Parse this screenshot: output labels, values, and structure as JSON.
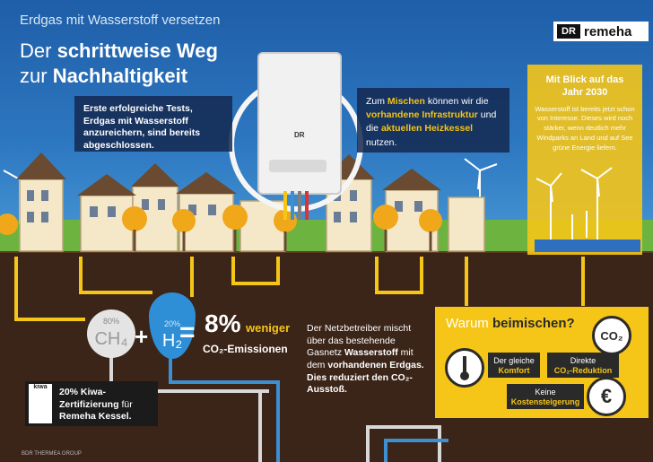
{
  "header": {
    "subtitle": "Erdgas mit Wasserstoff versetzen",
    "title_line1_prefix": "Der",
    "title_line1_bold": "schrittweise Weg",
    "title_line2_prefix": "zur",
    "title_line2_bold": "Nachhaltigkeit"
  },
  "brand": {
    "logo_mark": "DR",
    "logo_text": "remeha",
    "boiler_mark": "DR"
  },
  "note_tests": "Erste erfolgreiche Tests, Erdgas mit Wasserstoff anzureichern, sind bereits abgeschlossen.",
  "note_mix": {
    "p1": "Zum",
    "h1": "Mischen",
    "p2": "können wir die",
    "h2": "vorhandene Infrastruktur",
    "p3": "und die",
    "h3": "aktuellen Heizkessel",
    "p4": "nutzen."
  },
  "future": {
    "title": "Mit Blick auf das Jahr 2030",
    "text": "Wasserstoff ist bereits jetzt schon von Interesse. Dieses wird noch stärker, wenn deutlich mehr Windparks an Land und auf See grüne Energie liefern."
  },
  "mix": {
    "ch4_pct": "80%",
    "ch4_formula": "CH₄",
    "h2_pct": "20%",
    "h2_formula": "H₂",
    "plus": "+",
    "equals": "=",
    "big_value": "8%",
    "big_suffix": "weniger",
    "emission_label": "CO₂-Emissionen"
  },
  "network_text": {
    "p1": "Der Netzbetreiber mischt über das bestehende Gasnetz",
    "b1": "Wasserstoff",
    "p2": "mit dem",
    "b2": "vorhandenen Erdgas. Dies reduziert den CO₂-Ausstoß."
  },
  "why": {
    "prefix": "Warum",
    "bold": "beimischen?",
    "card1_line1": "Der gleiche",
    "card1_line2": "Komfort",
    "card2_line1": "Direkte",
    "card2_line2": "CO₂-Reduktion",
    "card3_line1": "Keine",
    "card3_line2": "Kostensteigerung",
    "co2_icon_text": "CO₂",
    "euro_icon_text": "€"
  },
  "kiwa": {
    "logo": "kiwa",
    "text_bold": "20% Kiwa-Zertifizierung",
    "text_rest": "für",
    "text_bold2": "Remeha Kessel."
  },
  "footer": "BDR THERMEA GROUP",
  "colors": {
    "accent": "#f5c518",
    "sky": "#2d77c0",
    "soil": "#3b2418",
    "grass": "#6cb33f",
    "h2_blue": "#2e8fd6"
  }
}
